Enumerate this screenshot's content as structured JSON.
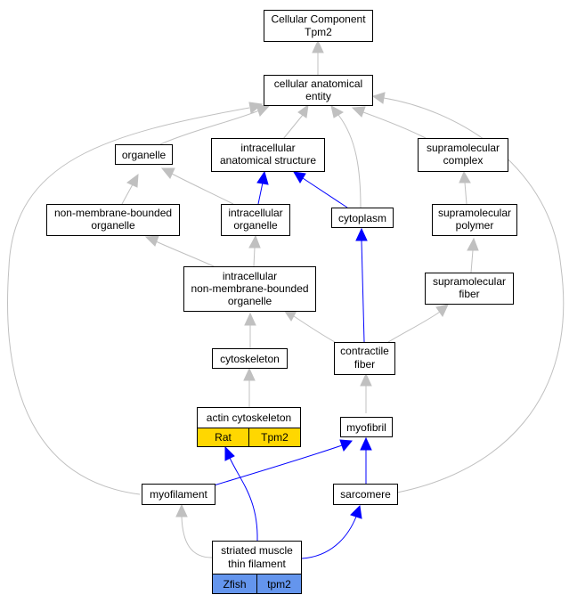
{
  "colors": {
    "is_a": "#c0c0c0",
    "part_of": "#0000ff",
    "rat_badge": "#ffd700",
    "zfish_badge": "#6495ed"
  },
  "nodes": {
    "root": [
      "Cellular Component",
      "Tpm2"
    ],
    "cae": [
      "cellular anatomical",
      "entity"
    ],
    "organelle": [
      "organelle"
    ],
    "ias": [
      "intracellular",
      "anatomical structure"
    ],
    "supcomplex": [
      "supramolecular",
      "complex"
    ],
    "nmbo": [
      "non-membrane-bounded",
      "organelle"
    ],
    "io": [
      "intracellular",
      "organelle"
    ],
    "cytoplasm": [
      "cytoplasm"
    ],
    "suppolymer": [
      "supramolecular",
      "polymer"
    ],
    "inmbo": [
      "intracellular",
      "non-membrane-bounded",
      "organelle"
    ],
    "supfiber": [
      "supramolecular",
      "fiber"
    ],
    "cytoskeleton": [
      "cytoskeleton"
    ],
    "contractile": [
      "contractile",
      "fiber"
    ],
    "actin": [
      "actin cytoskeleton"
    ],
    "myofibril": [
      "myofibril"
    ],
    "myofilament": [
      "myofilament"
    ],
    "sarcomere": [
      "sarcomere"
    ],
    "smtf": [
      "striated muscle",
      "thin filament"
    ]
  },
  "badges": {
    "actin": [
      "Rat",
      "Tpm2"
    ],
    "smtf": [
      "Zfish",
      "tpm2"
    ]
  }
}
